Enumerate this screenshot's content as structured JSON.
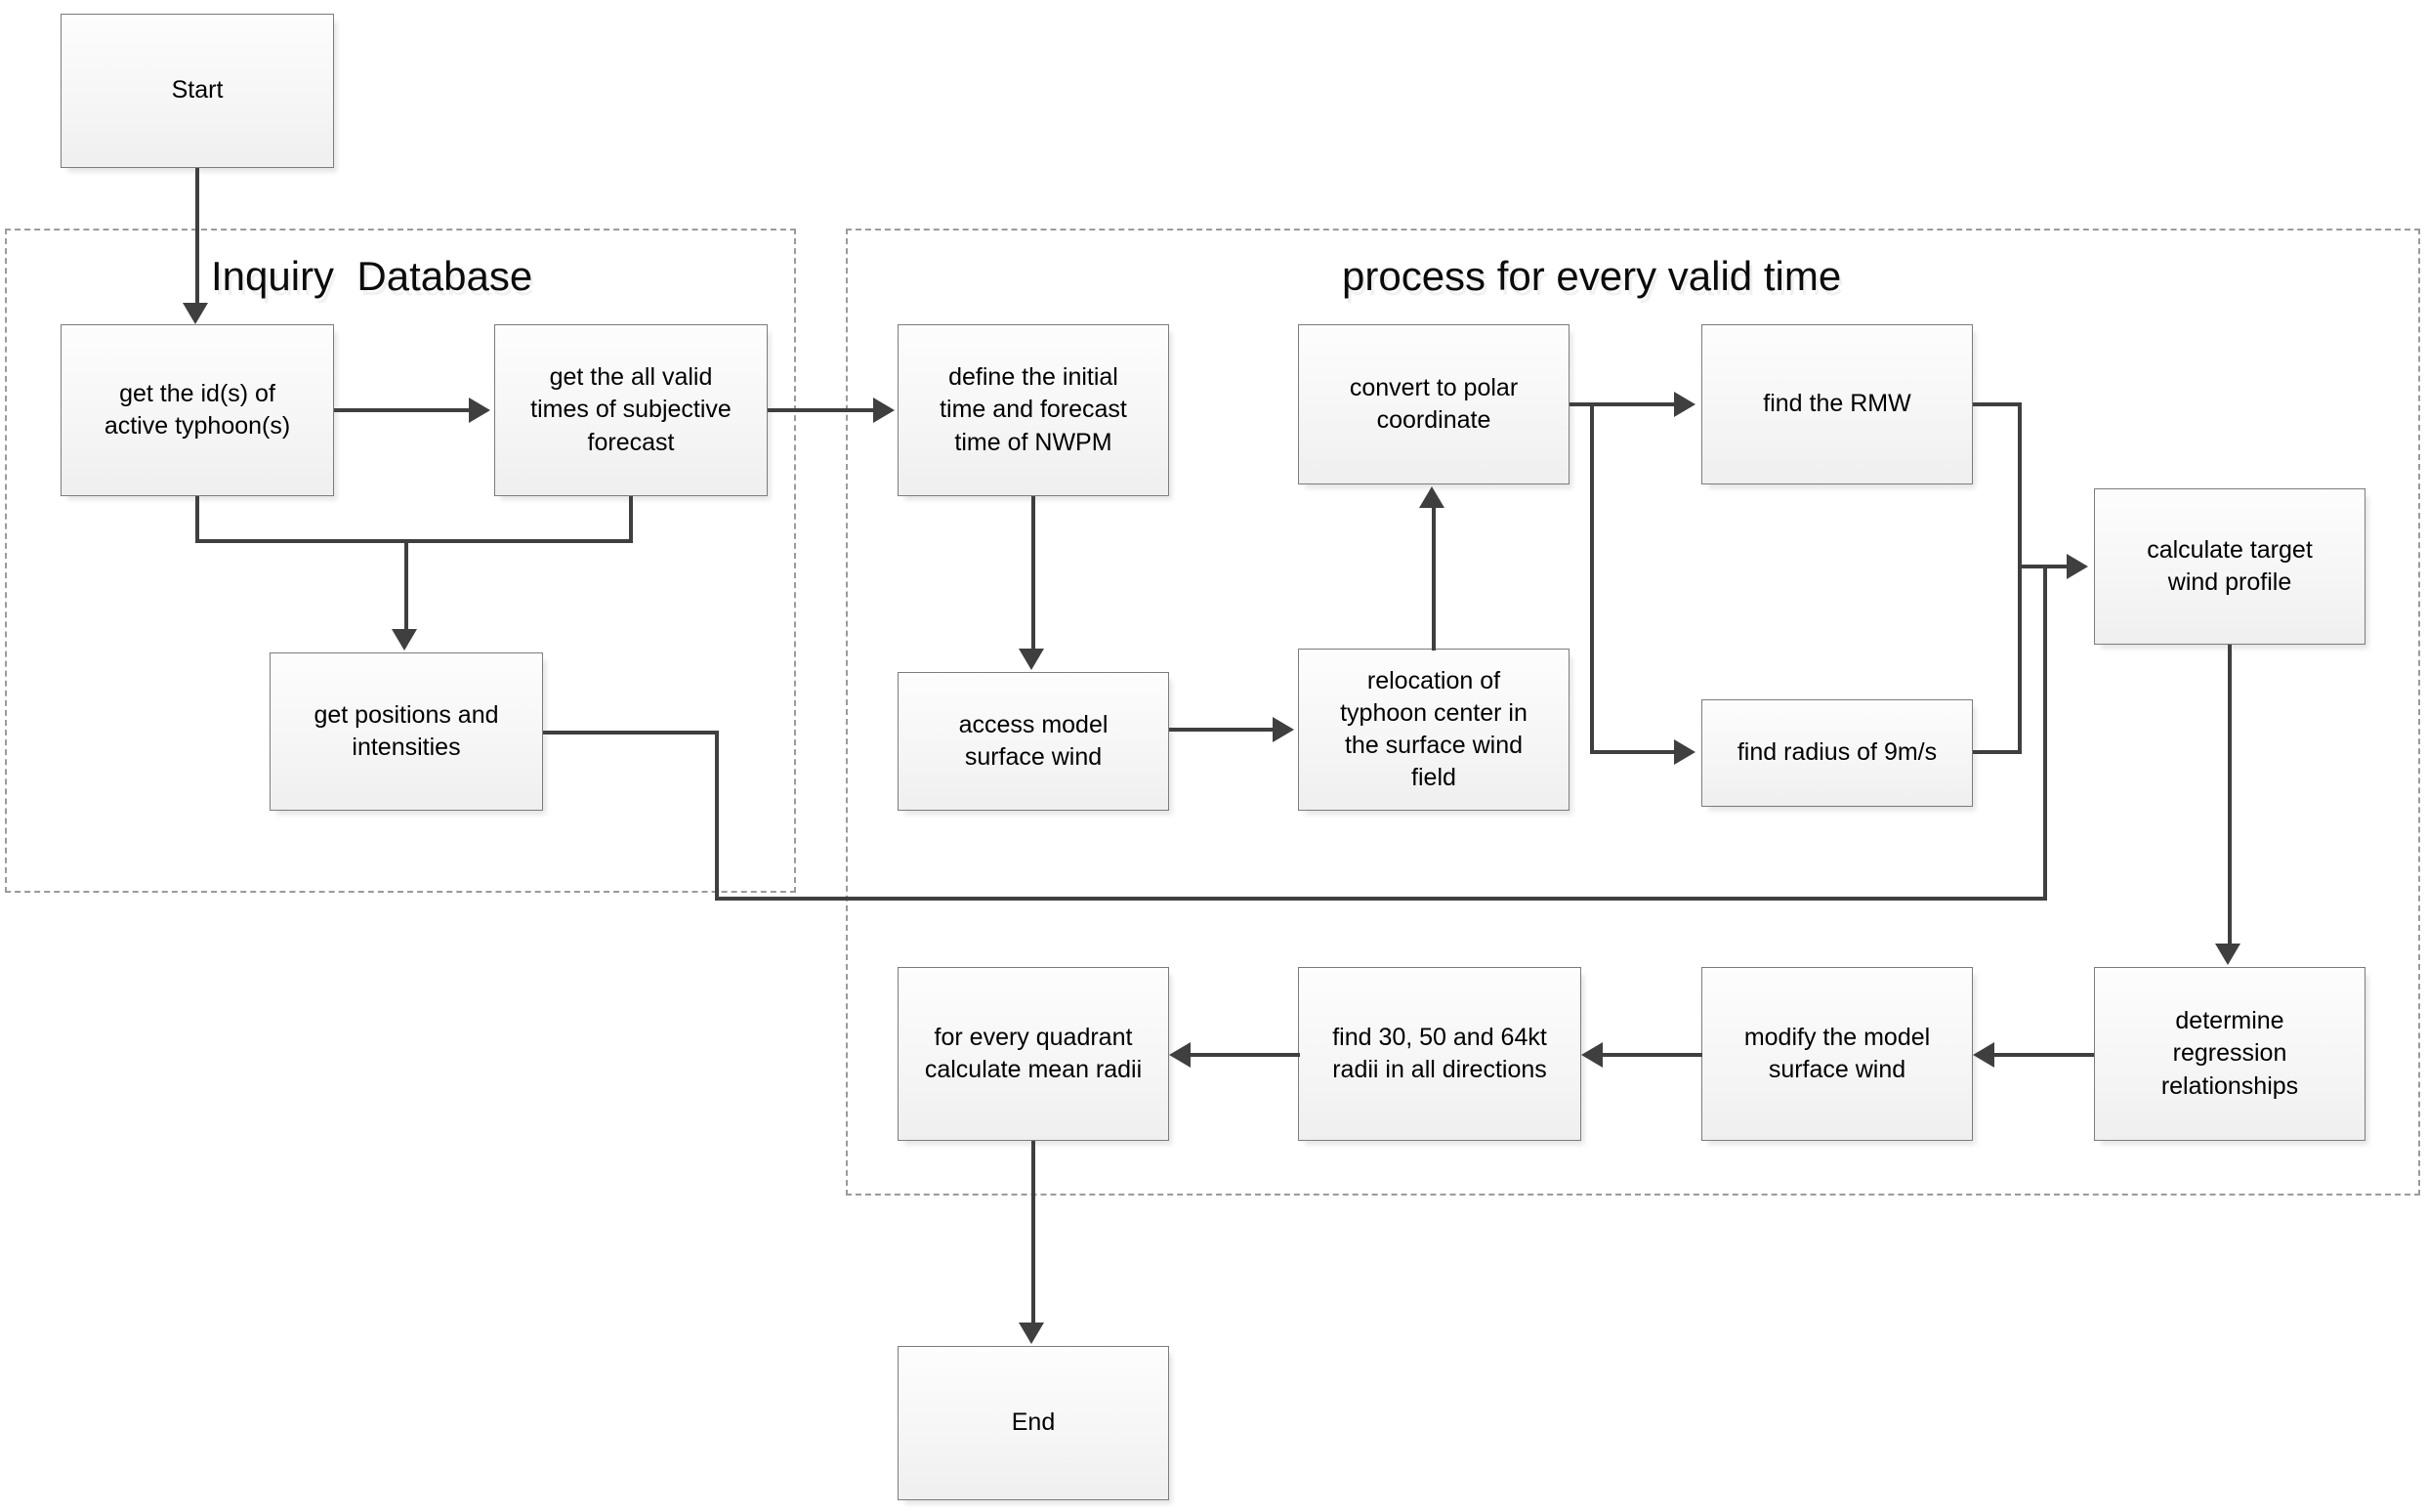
{
  "diagram": {
    "title": "typhoon wind radii forecast workflow flowchart",
    "groups": [
      {
        "key": "inquiry",
        "label": "Inquiry  Database"
      },
      {
        "key": "process",
        "label": "process for every valid time"
      }
    ],
    "nodes": {
      "start": "Start",
      "get_ids": "get the id(s) of\nactive typhoon(s)",
      "get_valid_times": "get the all valid\ntimes of subjective\nforecast",
      "get_positions": "get positions and\nintensities",
      "define_times": "define the initial\ntime and forecast\ntime of NWPM",
      "access_wind": "access model\nsurface wind",
      "relocation": "relocation of\ntyphoon center in\nthe surface wind\nfield",
      "polar": "convert to polar\ncoordinate",
      "find_rmw": "find the RMW",
      "find_radius": "find radius of 9m/s",
      "target_profile": "calculate target\nwind profile",
      "regression": "determine\nregression\nrelationships",
      "modify_wind": "modify the model\nsurface wind",
      "find_radii": "find 30, 50 and 64kt\nradii in all directions",
      "quadrant_radii": "for every quadrant\ncalculate mean radii",
      "end": "End"
    },
    "colors": {
      "node_border": "#7c7c7c",
      "node_fill": "#f4f4f4",
      "connector": "#3f3f3f",
      "group_border": "#9b9b9b",
      "text": "#000000",
      "background": "#ffffff"
    }
  }
}
